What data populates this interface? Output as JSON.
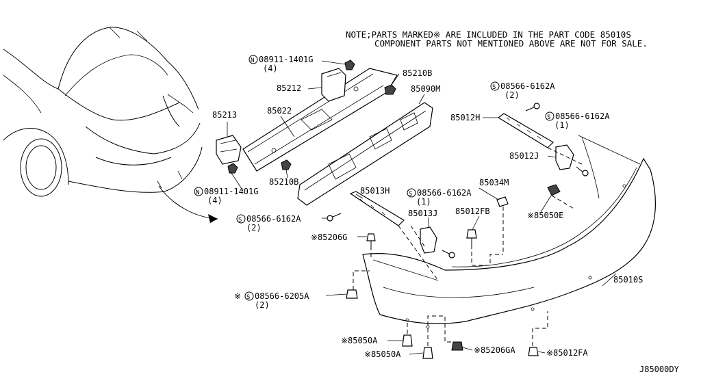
{
  "notes": {
    "line1": "NOTE;PARTS MARKED※ ARE INCLUDED IN THE PART CODE 85010S",
    "line2": "COMPONENT PARTS NOT MENTIONED ABOVE ARE NOT FOR SALE."
  },
  "diagram_code": "J85000DY",
  "labels": {
    "n08911_top": "08911-1401G",
    "n08911_top_qty": "(4)",
    "p85212": "85212",
    "p85210b_top": "85210B",
    "p85090m": "85090M",
    "p85213": "85213",
    "p85022": "85022",
    "p85210b_bottom": "85210B",
    "n08911_bottom": "08911-1401G",
    "n08911_bottom_qty": "(4)",
    "s08566_h": "08566-6162A",
    "s08566_h_qty": "(2)",
    "p85012h": "85012H",
    "s08566_j": "08566-6162A",
    "s08566_j_qty": "(1)",
    "p85012j": "85012J",
    "p85013h": "85013H",
    "s08566_mid": "08566-6162A",
    "s08566_mid_qty": "(1)",
    "p85034m": "85034M",
    "p85013j": "85013J",
    "p85012fb": "85012FB",
    "p85050e": "※85050E",
    "s08566_left": "08566-6162A",
    "s08566_left_qty": "(2)",
    "p85206g": "※85206G",
    "p85010s": "85010S",
    "s08566_205a_mark": "※",
    "s08566_205a": "08566-6205A",
    "s08566_205a_qty": "(2)",
    "p85050a_1": "※85050A",
    "p85050a_2": "※85050A",
    "p85206ga": "※85206GA",
    "p85012fa": "※85012FA"
  },
  "symbols": {
    "nut_n": "N",
    "screw_s": "S"
  }
}
